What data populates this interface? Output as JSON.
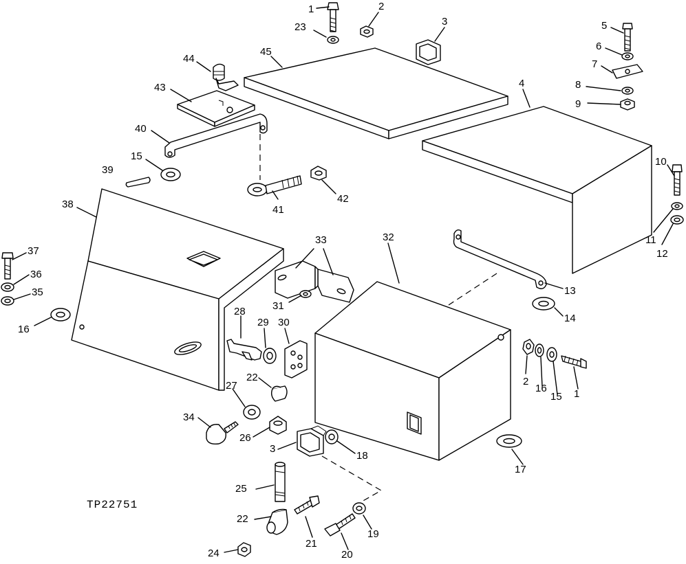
{
  "diagram": {
    "figure_ref": "TP22751",
    "callouts": [
      "1",
      "2",
      "23",
      "3",
      "45",
      "44",
      "43",
      "40",
      "15",
      "39",
      "41",
      "42",
      "4",
      "5",
      "6",
      "7",
      "8",
      "9",
      "10",
      "11",
      "12",
      "38",
      "37",
      "36",
      "35",
      "16",
      "33",
      "31",
      "32",
      "13",
      "14",
      "28",
      "29",
      "30",
      "22",
      "27",
      "34",
      "26",
      "2",
      "16",
      "15",
      "1",
      "3",
      "18",
      "17",
      "25",
      "22",
      "21",
      "20",
      "19",
      "24"
    ]
  }
}
